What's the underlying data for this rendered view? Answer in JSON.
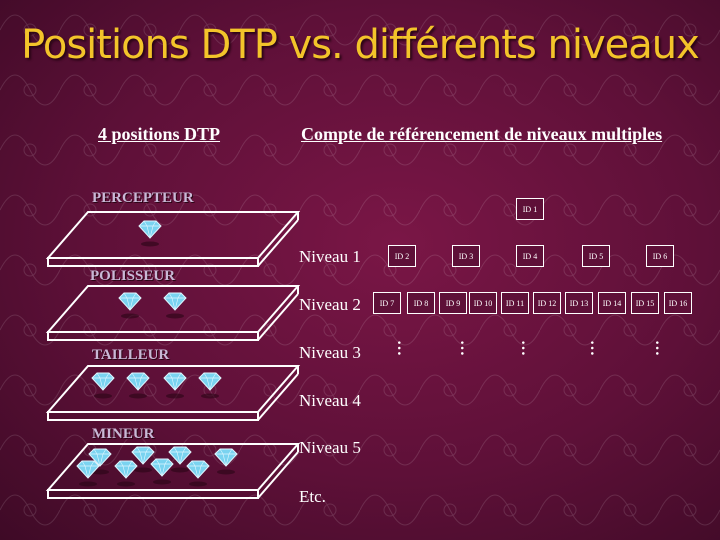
{
  "title": "Positions DTP vs. différents niveaux",
  "headers": {
    "left": "4 positions DTP",
    "right": "Compte de référencement de niveaux multiples"
  },
  "roles": [
    "PERCEPTEUR",
    "POLISSEUR",
    "TAILLEUR",
    "MINEUR"
  ],
  "diamonds_per_role": [
    1,
    2,
    4,
    8
  ],
  "levels": [
    "Niveau 1",
    "Niveau 2",
    "Niveau 3",
    "Niveau 4",
    "Niveau 5",
    "Etc."
  ],
  "tree": {
    "root": "ID 1",
    "level1": [
      "ID 2",
      "ID 3",
      "ID 4",
      "ID 5",
      "ID 6"
    ],
    "level2": [
      "ID 7",
      "ID 8",
      "ID 9",
      "ID 10",
      "ID 11",
      "ID 12",
      "ID 13",
      "ID 14",
      "ID 15",
      "ID 16"
    ],
    "level3_marker": "…"
  },
  "colors": {
    "background": "#5e1038",
    "title": "#f3c42a",
    "role_label": "#c9b8d6",
    "diamond": "#7ad3f0"
  }
}
